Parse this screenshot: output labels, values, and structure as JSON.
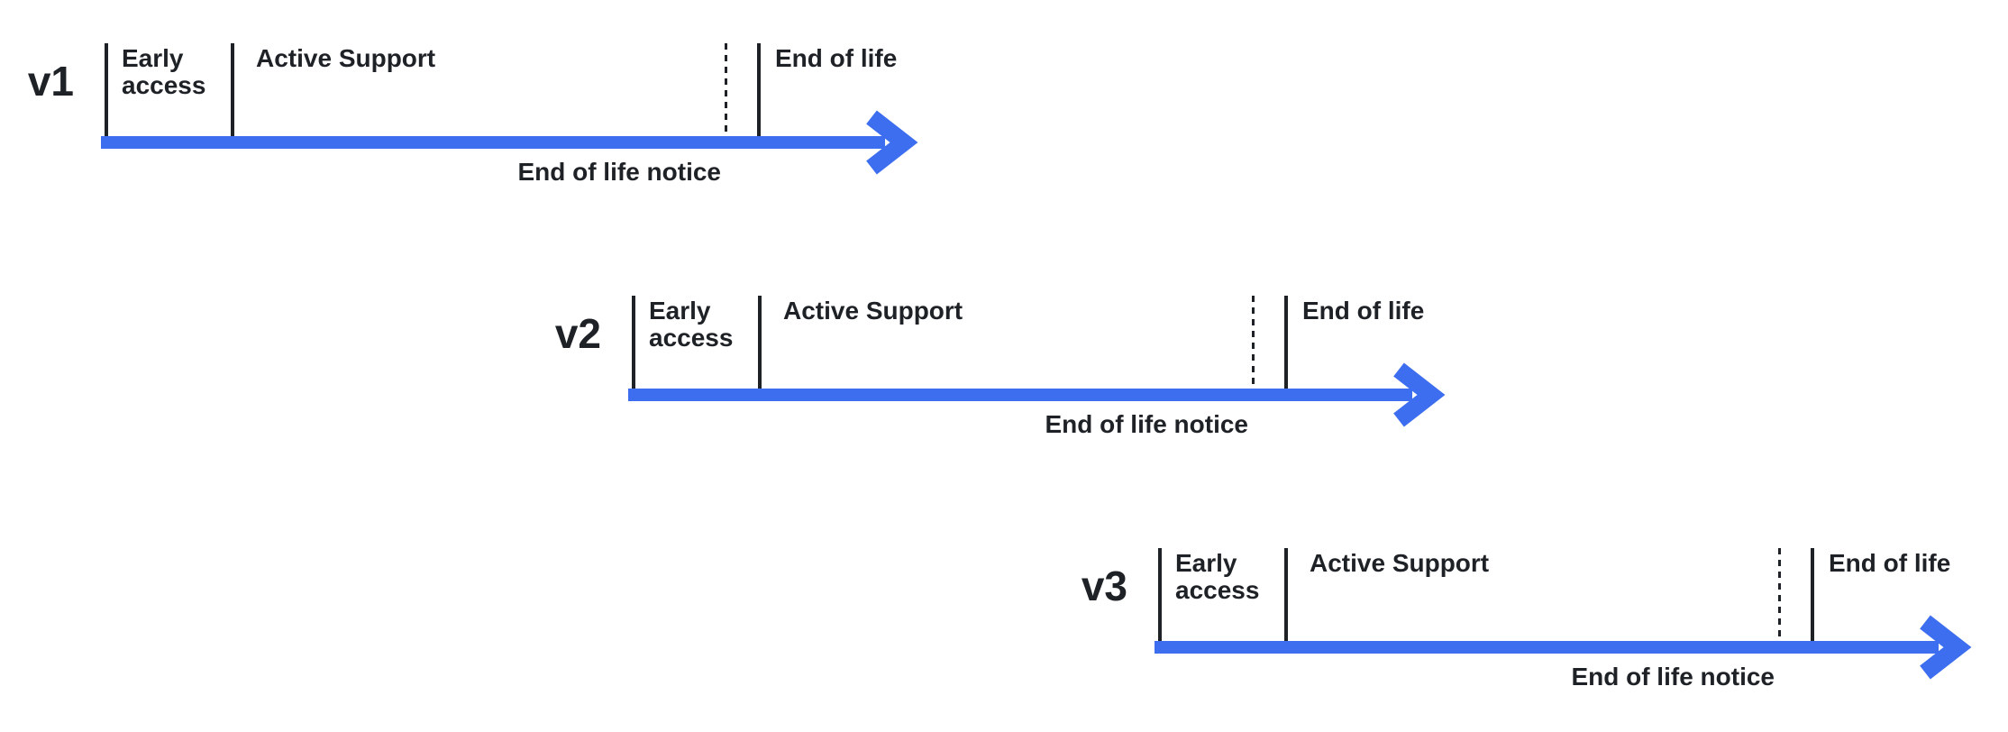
{
  "page": {
    "background_color": "#ffffff"
  },
  "colors": {
    "arrow_blue": "#3d6eef",
    "line_dark": "#1e2126",
    "text_dark": "#1e2126"
  },
  "timelines": [
    {
      "version": "v1",
      "early_access_label": "Early access",
      "active_support_label": "Active Support",
      "end_of_life_label": "End of life",
      "end_of_life_notice_label": "End of life notice"
    },
    {
      "version": "v2",
      "early_access_label": "Early access",
      "active_support_label": "Active Support",
      "end_of_life_label": "End of life",
      "end_of_life_notice_label": "End of life notice"
    },
    {
      "version": "v3",
      "early_access_label": "Early access",
      "active_support_label": "Active Support",
      "end_of_life_label": "End of life",
      "end_of_life_notice_label": "End of life notice"
    }
  ]
}
